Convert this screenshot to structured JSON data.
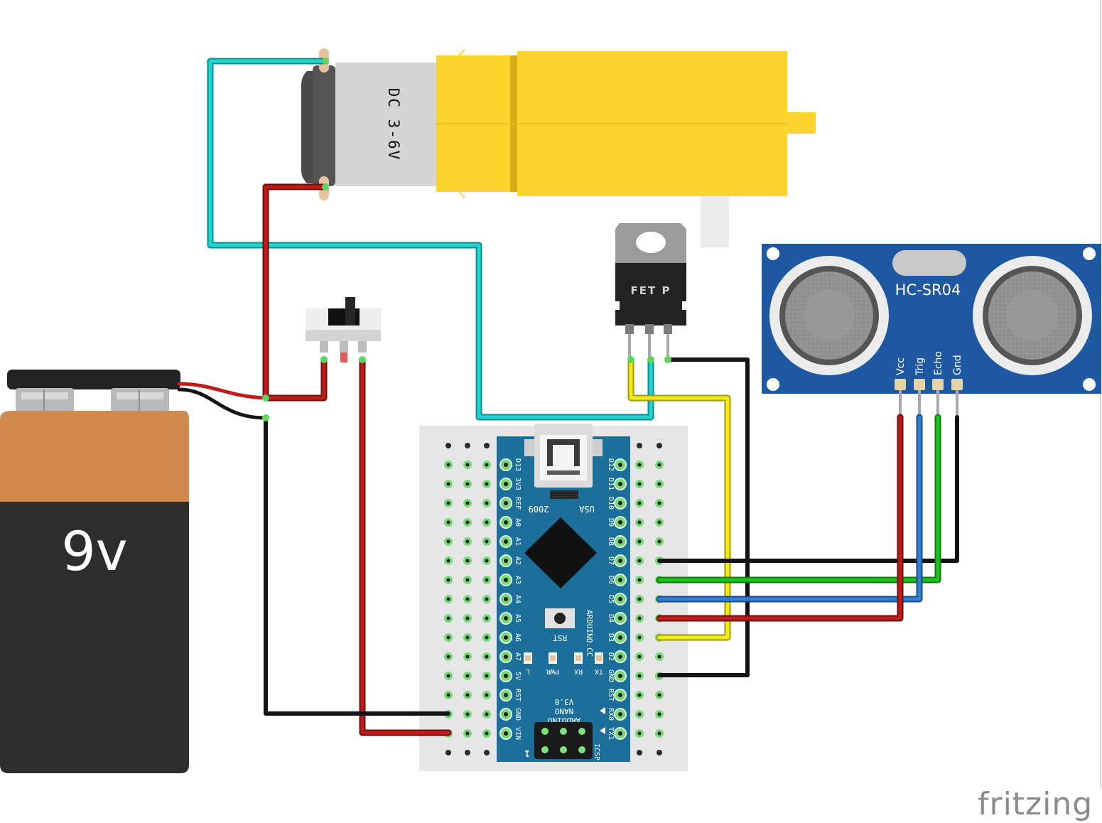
{
  "battery": {
    "label": "9v"
  },
  "motor": {
    "label": "DC 3-6V"
  },
  "mosfet": {
    "label": "FET P"
  },
  "sensor": {
    "label": "HC-SR04",
    "pins": [
      "Vcc",
      "Trig",
      "Echo",
      "Gnd"
    ]
  },
  "nano": {
    "left_pins": [
      "D13",
      "3V3",
      "REF",
      "A0",
      "A1",
      "A2",
      "A3",
      "A4",
      "A5",
      "A6",
      "A7",
      "5V",
      "RST",
      "GND",
      "VIN"
    ],
    "right_pins": [
      "D12",
      "D11",
      "D10",
      "D9",
      "D8",
      "D7",
      "D6",
      "D5",
      "D4",
      "D3",
      "D2",
      "GND",
      "RST",
      "RX0",
      "TX1"
    ],
    "usb_left": "2009",
    "usb_right": "USA",
    "rst_label": "RST",
    "brand": "ARDUINO.CC",
    "model_lines": [
      "ARDUINO",
      "NANO",
      "V3.0"
    ],
    "leds": [
      "L",
      "PWR",
      "RX",
      "TX"
    ],
    "icsp": "ICSP",
    "icsp_pin1": "1"
  },
  "colors": {
    "wire_cyan": "#22d3d1",
    "wire_red": "#c11b1b",
    "wire_black": "#1a1a1a",
    "wire_yellow": "#f2ea1b",
    "wire_green": "#1fc21f",
    "wire_blue": "#2f7fd9",
    "motor_yellow": "#fdd32e",
    "board_blue": "#1c6f9a",
    "sensor_blue": "#1f58a2",
    "battery_orange": "#d08a4e",
    "battery_dark": "#2d2d2d"
  },
  "watermark": "fritzing"
}
